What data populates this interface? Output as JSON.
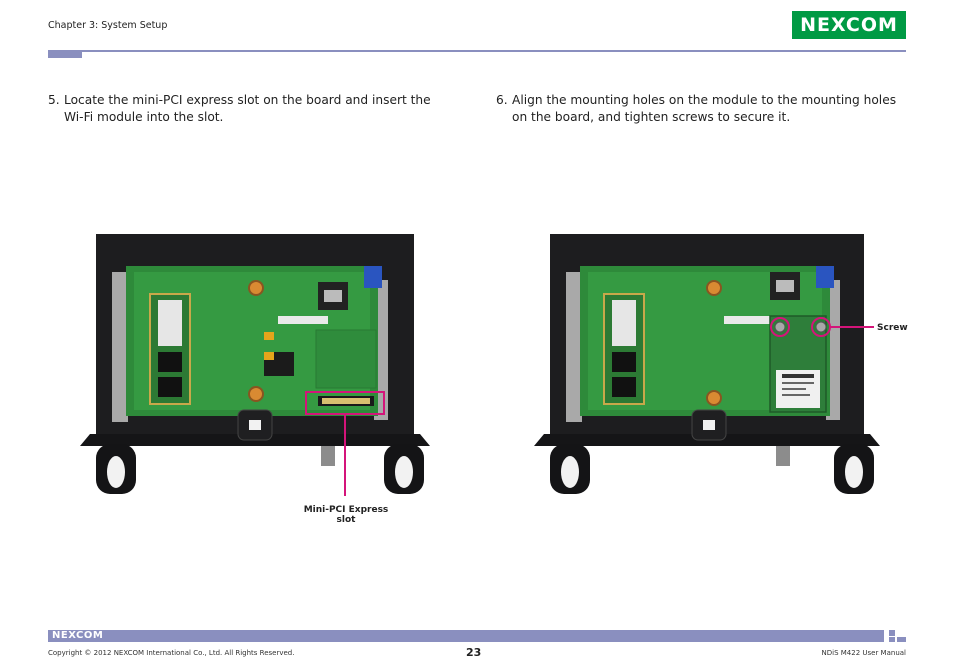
{
  "header": {
    "chapter": "Chapter 3: System Setup",
    "logo_text": "NEXCOM",
    "brand_green": "#009a44",
    "rule_color": "#8a8fbf"
  },
  "steps": [
    {
      "number": "5.",
      "text": "Locate the mini-PCI express slot on the board and insert the Wi-Fi module into the slot."
    },
    {
      "number": "6.",
      "text": "Align the mounting holes on the module to the mounting holes on the board, and tighten screws to secure it."
    }
  ],
  "callouts": {
    "slot_label": "Mini-PCI Express slot",
    "screw_label": "Screw",
    "highlight_color": "#d4147a"
  },
  "footer": {
    "logo_text": "NEXCOM",
    "copyright": "Copyright © 2012 NEXCOM International Co., Ltd. All Rights Reserved.",
    "page_number": "23",
    "manual_name": "NDiS M422 User Manual"
  }
}
